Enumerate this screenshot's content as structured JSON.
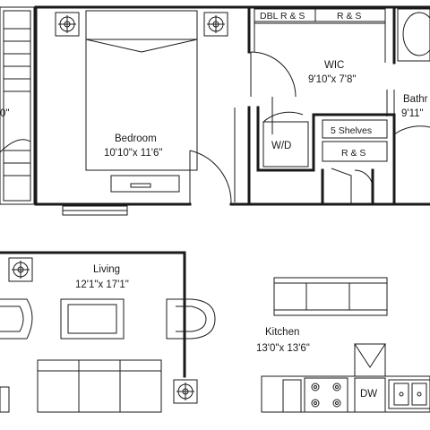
{
  "rooms": {
    "bedroom": {
      "name": "Bedroom",
      "size": "10'10\"x 11'6\""
    },
    "wic": {
      "name": "WIC",
      "size": "9'10\"x 7'8\""
    },
    "bathroom": {
      "name": "Bathr",
      "size": "9'11\""
    },
    "living": {
      "name": "Living",
      "size": "12'1\"x 17'1\""
    },
    "kitchen": {
      "name": "Kitchen",
      "size": "13'0\"x 13'6\""
    },
    "partial": {
      "size": "0\""
    }
  },
  "fixtures": {
    "dbl_rs": "DBL R & S",
    "rs_top": "R & S",
    "five_shelves": "5 Shelves",
    "rs_lower": "R & S",
    "wd": "W/D",
    "dw": "DW"
  }
}
